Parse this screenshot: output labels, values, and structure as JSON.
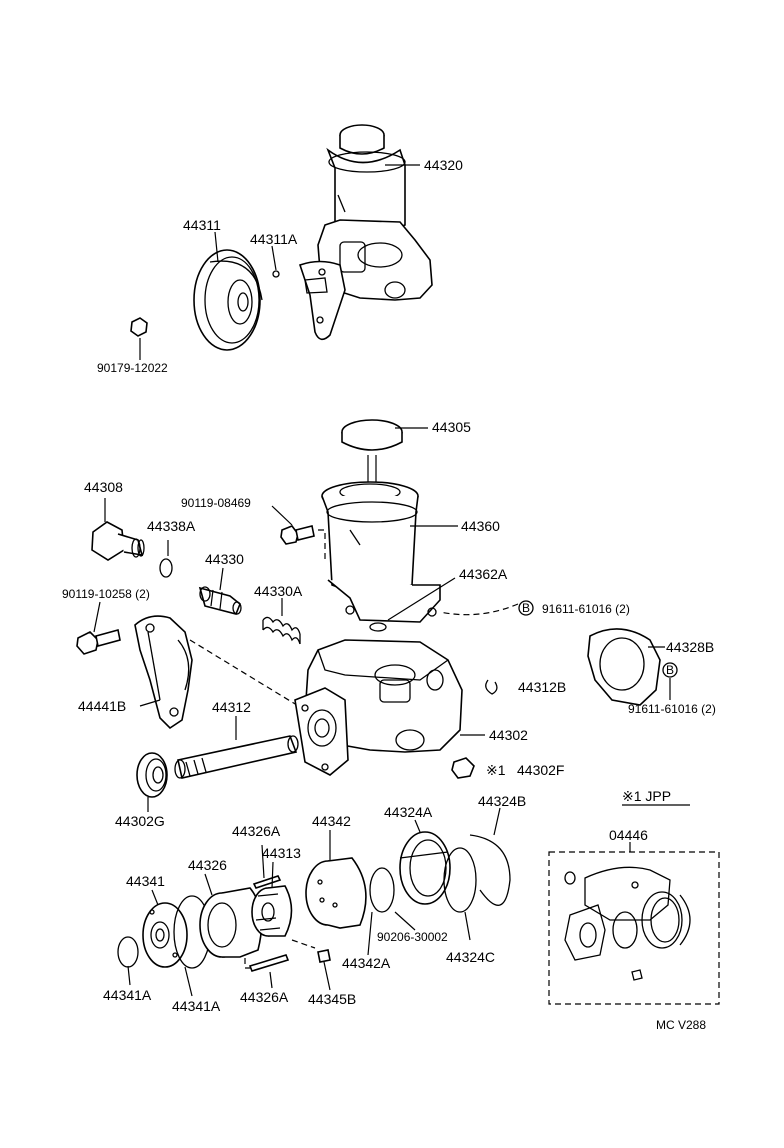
{
  "labels": {
    "p44320": "44320",
    "p44311": "44311",
    "p44311A": "44311A",
    "p90179": "90179-12022",
    "p44305": "44305",
    "p44308": "44308",
    "p90119_08469": "90119-08469",
    "p44360": "44360",
    "p44338A": "44338A",
    "p44330": "44330",
    "p44362A": "44362A",
    "p90119_10258": "90119-10258 (2)",
    "p44330A": "44330A",
    "p91611_a": "91611-61016 (2)",
    "p44328B": "44328B",
    "p44441B": "44441B",
    "p44312B": "44312B",
    "p91611_b": "91611-61016 (2)",
    "p44312": "44312",
    "p44302": "44302",
    "p44302F": "44302F",
    "p44302G": "44302G",
    "mark1": "※1",
    "jpp": "※1 JPP",
    "p44324B": "44324B",
    "p44326A_top": "44326A",
    "p44342": "44342",
    "p44324A": "44324A",
    "p44313": "44313",
    "p04446": "04446",
    "p44326": "44326",
    "p44341": "44341",
    "p90206": "90206-30002",
    "p44324C": "44324C",
    "p44342A": "44342A",
    "p44341A_l": "44341A",
    "p44341A_r": "44341A",
    "p44326A_bot": "44326A",
    "p44345B": "44345B",
    "footer": "MC  V288",
    "circle_b": "B"
  },
  "colors": {
    "ink": "#000000",
    "paper": "#ffffff"
  },
  "icons": [
    "power-steering-pump",
    "reservoir-cap",
    "pulley",
    "bracket",
    "gasket"
  ]
}
